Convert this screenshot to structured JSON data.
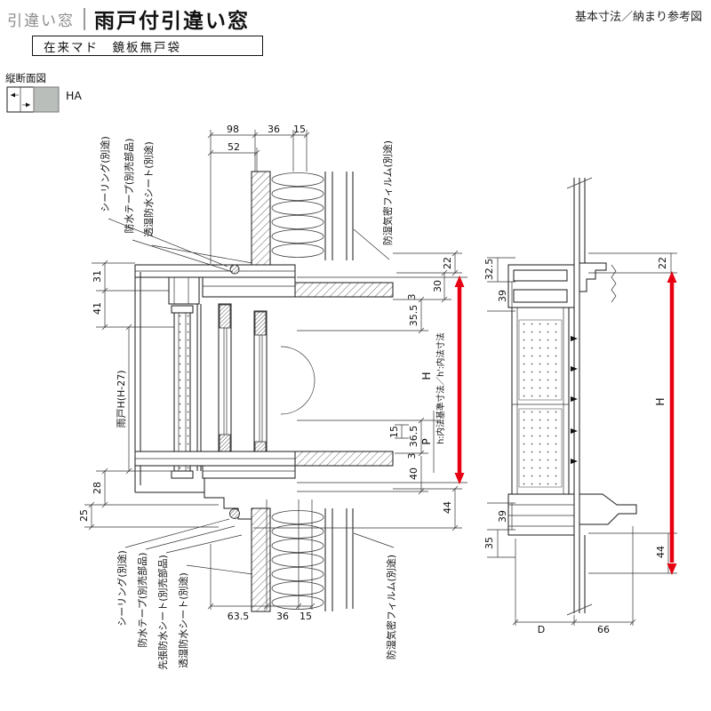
{
  "header": {
    "category": "引違い窓",
    "title": "雨戸付引違い窓",
    "corner_note": "基本寸法／納まり参考図",
    "spec_box": "在来マド　鏡板無戸袋",
    "section_view_label": "縦断面図",
    "type_code": "HA"
  },
  "colors": {
    "accent_red": "#e60012",
    "line": "#1a1a1a",
    "gray_square": "#b9beba"
  },
  "main_view": {
    "callouts_top_left": [
      "シーリング(別途)",
      "防水テープ(別売部品)",
      "透湿防水シート(別途)"
    ],
    "callout_top_right": "防湿気密フィルム(別途)",
    "callouts_bottom_left": [
      "シーリング(別途)",
      "防水テープ(別売部品)",
      "先張防水シート(別売部品)",
      "透湿防水シート(別途)"
    ],
    "callout_bottom_right": "防湿気密フィルム(別途)",
    "note_vertical": "h:内法基準寸法／h':内法寸法",
    "dims_top": [
      "98",
      "36",
      "15",
      "52"
    ],
    "dims_left": [
      "31",
      "41",
      "雨戸H(H-27)",
      "28",
      "25"
    ],
    "dims_right": [
      "22",
      "30",
      "3",
      "35.5",
      "H",
      "P",
      "36.5",
      "15",
      "3",
      "40",
      "44"
    ],
    "dims_bottom": [
      "63.5",
      "36",
      "15"
    ]
  },
  "side_view": {
    "dims_left": [
      "32.5",
      "39",
      "39",
      "35"
    ],
    "dims_right": [
      "22",
      "H",
      "44"
    ],
    "dims_bottom": [
      "D",
      "66"
    ]
  }
}
